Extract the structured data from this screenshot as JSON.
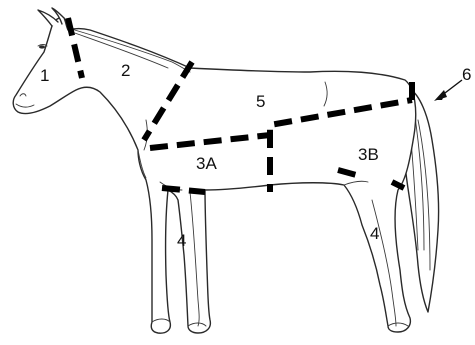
{
  "regions": [
    {
      "id": "head",
      "label": "1"
    },
    {
      "id": "neck",
      "label": "2"
    },
    {
      "id": "shoulder-chest",
      "label": "3A"
    },
    {
      "id": "hindquarters",
      "label": "3B"
    },
    {
      "id": "front-leg",
      "label": "4"
    },
    {
      "id": "hind-leg",
      "label": "4"
    },
    {
      "id": "back-barrel",
      "label": "5"
    },
    {
      "id": "tail",
      "label": "6"
    }
  ],
  "colors": {
    "outline": "#2a2a2a",
    "dash": "#000000",
    "background": "#ffffff"
  }
}
